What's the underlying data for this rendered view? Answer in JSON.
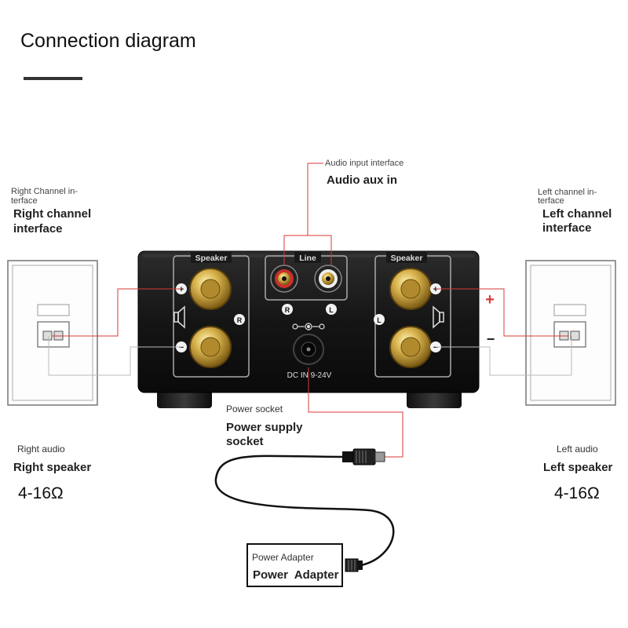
{
  "title": "Connection diagram",
  "labels": {
    "audio_input_small": "Audio input interface",
    "audio_input_big": "Audio aux in",
    "right_iface_small_1": "Right Channel in-",
    "right_iface_small_2": "terface",
    "right_iface_big_1": "Right channel",
    "right_iface_big_2": "interface",
    "left_iface_small_1": "Left channel in-",
    "left_iface_small_2": "terface",
    "left_iface_big_1": "Left channel",
    "left_iface_big_2": "interface",
    "power_small": "Power socket",
    "power_big_1": "Power supply",
    "power_big_2": "socket",
    "right_audio_small": "Right audio",
    "right_speaker": "Right speaker",
    "right_impedance": "4-16Ω",
    "left_audio_small": "Left audio",
    "left_speaker": "Left speaker",
    "left_impedance": "4-16Ω",
    "adapter_small": "Power Adapter",
    "adapter_big": "Power  Adapter"
  },
  "device": {
    "speaker_label_left": "Speaker",
    "speaker_label_right": "Speaker",
    "line_label": "Line",
    "jack_r": "R",
    "jack_l": "L",
    "channel_r": "R",
    "channel_l": "L",
    "plus": "+",
    "minus": "−",
    "dc_in": "DC IN 9-24V"
  },
  "polarity": {
    "plus": "+",
    "minus": "−"
  },
  "colors": {
    "positive_wire": "#d83a3a",
    "negative_wire": "#bbbbbb",
    "gold": "#c9a13b",
    "body": "#1a1a1a"
  }
}
